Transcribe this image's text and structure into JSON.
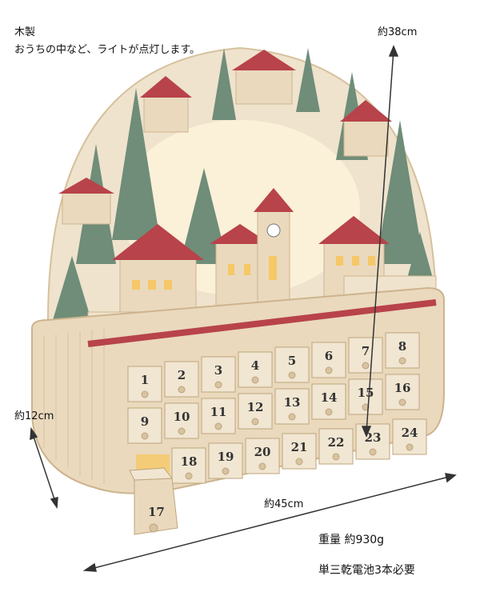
{
  "labels": {
    "material": "木製",
    "description": "おうちの中など、ライトが点灯します。",
    "height": "約38cm",
    "depth": "約12cm",
    "width": "約45cm",
    "weight": "重量 約930g",
    "battery": "単三乾電池3本必要"
  },
  "drawers": [
    "1",
    "2",
    "3",
    "4",
    "5",
    "6",
    "7",
    "8",
    "9",
    "10",
    "11",
    "12",
    "13",
    "14",
    "15",
    "16",
    "18",
    "19",
    "20",
    "21",
    "22",
    "23",
    "24"
  ],
  "pulled_drawer": "17",
  "colors": {
    "wood": "#ead9bd",
    "wood_dark": "#cdb48e",
    "roof_red": "#b8434a",
    "tree_green": "#6f8d78",
    "glow": "#f6c867"
  }
}
